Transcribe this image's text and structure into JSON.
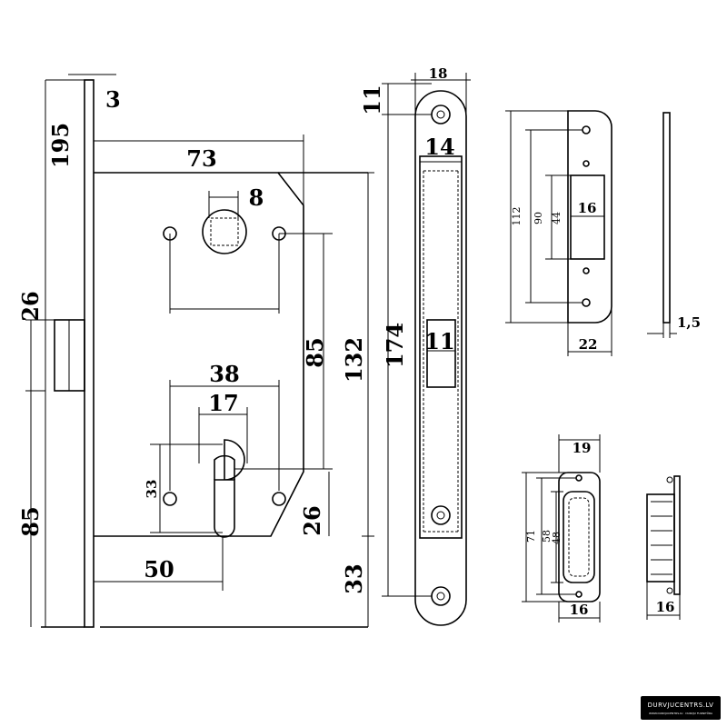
{
  "dimensions": {
    "faceplate_thickness": "3",
    "total_height": "195",
    "backset_width": "73",
    "spindle_square": "8",
    "handle_to_cylinder": "85",
    "body_height": "132",
    "hole_spacing": "38",
    "cylinder_width": "17",
    "cylinder_height": "33",
    "corner_offset": "26",
    "backset": "50",
    "bottom_offset": "33",
    "upper_offset": "26",
    "lower_offset": "85",
    "faceplate_width": "18",
    "faceplate_top": "11",
    "latch_width": "14",
    "faceplate_length": "174",
    "bolt_width": "11",
    "strike_length": "112",
    "strike_spacing": "90",
    "strike_opening": "44",
    "strike_depth": "16",
    "strike_width": "22",
    "strike_thickness": "1,5",
    "magnet_width": "19",
    "magnet_length": "71",
    "magnet_inner": "58",
    "magnet_pocket": "48",
    "magnet_depth": "16",
    "magnet_side_depth": "16"
  },
  "watermark": {
    "brand": "DURVJUCENTRS.LV",
    "tagline": "WWW.DURVJUCENTRS.LV · DURVJU FURNITŪRA"
  }
}
